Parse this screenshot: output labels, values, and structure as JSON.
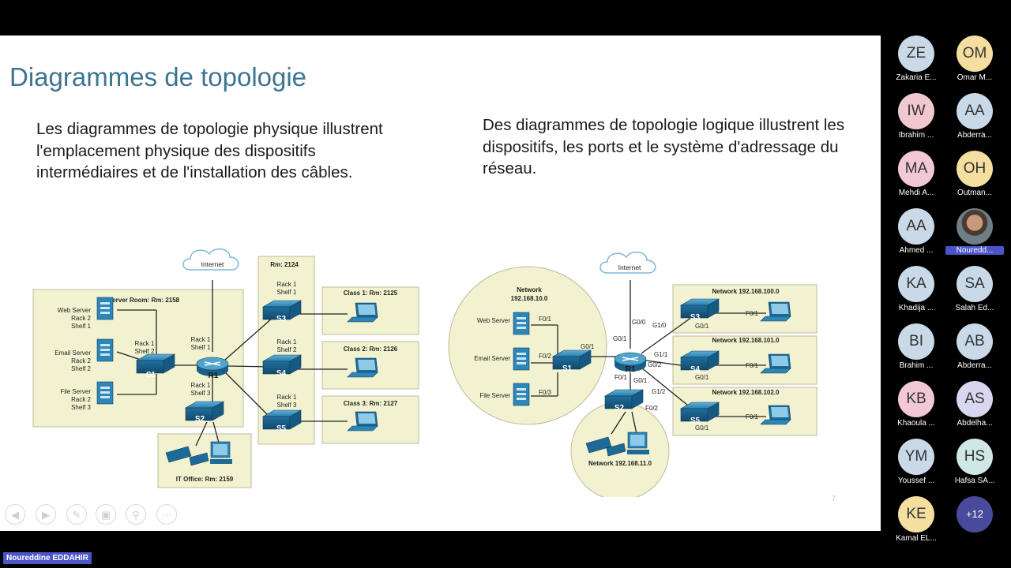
{
  "slide": {
    "title": "Diagrammes de topologie",
    "physical_text": "Les diagrammes de topologie physique illustrent l'emplacement physique des dispositifs intermédiaires et de l'installation des câbles.",
    "logical_text": "Des diagrammes de topologie logique illustrent les dispositifs, les ports et le système d'adressage du réseau.",
    "page_number": "7"
  },
  "physical": {
    "internet": "Internet",
    "server_room": "Server Room: Rm: 2158",
    "web_server": [
      "Web Server",
      "Rack 2",
      "Shelf 1"
    ],
    "email_server": [
      "Email Server",
      "Rack 2",
      "Shelf 2"
    ],
    "file_server": [
      "File Server",
      "Rack 2",
      "Shelf 3"
    ],
    "s1_loc": [
      "Rack 1",
      "Shelf 2"
    ],
    "r1_loc": [
      "Rack 1",
      "Shelf 1"
    ],
    "s2_loc": [
      "Rack 1",
      "Shelf 3"
    ],
    "s1": "S1",
    "r1": "R1",
    "s2": "S2",
    "rm2124": "Rm: 2124",
    "s3_loc": [
      "Rack 1",
      "Shelf 1"
    ],
    "s4_loc": [
      "Rack 1",
      "Shelf 2"
    ],
    "s5_loc": [
      "Rack 1",
      "Shelf 3"
    ],
    "s3": "S3",
    "s4": "S4",
    "s5": "S5",
    "class1": "Class 1: Rm: 2125",
    "class2": "Class 2: Rm: 2126",
    "class3": "Class 3: Rm: 2127",
    "it_office": "IT Office: Rm: 2159"
  },
  "logical": {
    "internet": "Internet",
    "network_10": [
      "Network",
      "192.168.10.0"
    ],
    "web_server": "Web Server",
    "email_server": "Email Server",
    "file_server": "File Server",
    "f01": "F0/1",
    "f02": "F0/2",
    "f03": "F0/3",
    "s1": "S1",
    "s1_g01": "G0/1",
    "r1": "R1",
    "r1_g00": "G0/0",
    "r1_g01": "G0/1",
    "r1_f01": "F0/1",
    "r1_g10": "G1/0",
    "r1_g11": "G1/1",
    "r1_g02": "G0/2",
    "r1_g12": "G1/2",
    "s2": "S2",
    "s2_g01": "G0/1",
    "s2_f02": "F0/2",
    "network_11": "Network 192.168.11.0",
    "network_100": "Network 192.168.100.0",
    "network_101": "Network 192.168.101.0",
    "network_102": "Network 192.168.102.0",
    "s3": "S3",
    "s4": "S4",
    "s5": "S5",
    "g01": "G0/1",
    "f01_pc": "F0/1"
  },
  "participants": [
    {
      "initials": "ZE",
      "name": "Zakaria E...",
      "color": "#c9d9e8"
    },
    {
      "initials": "OM",
      "name": "Omar M...",
      "color": "#f5dfa0"
    },
    {
      "initials": "IW",
      "name": "Ibrahim ...",
      "color": "#f0c8cd"
    },
    {
      "initials": "AA",
      "name": "Abderra...",
      "color": "#c9d9e8"
    },
    {
      "initials": "MA",
      "name": "Mehdi A...",
      "color": "#f2c7d6"
    },
    {
      "initials": "OH",
      "name": "Outman...",
      "color": "#f5dfa0"
    },
    {
      "initials": "AA",
      "name": "Ahmed ...",
      "color": "#c9d9e8"
    },
    {
      "initials": "",
      "name": "Nouredd...",
      "color": "#6b5a4a"
    },
    {
      "initials": "KA",
      "name": "Khadija ...",
      "color": "#c9d9e8"
    },
    {
      "initials": "SA",
      "name": "Salah Ed...",
      "color": "#c9d9e8"
    },
    {
      "initials": "BI",
      "name": "Brahim ...",
      "color": "#c9d9e8"
    },
    {
      "initials": "AB",
      "name": "Abderra...",
      "color": "#c9d9e8"
    },
    {
      "initials": "KB",
      "name": "Khaoula ...",
      "color": "#f2c7d6"
    },
    {
      "initials": "AS",
      "name": "Abdelha...",
      "color": "#d9d6ef"
    },
    {
      "initials": "YM",
      "name": "Youssef ...",
      "color": "#c9d9e8"
    },
    {
      "initials": "HS",
      "name": "Hafsa SA...",
      "color": "#cfe8e6"
    },
    {
      "initials": "KE",
      "name": "Kamal EL...",
      "color": "#f5dfa0"
    },
    {
      "initials": "+12",
      "name": "",
      "color": "#4a4a9c"
    }
  ],
  "presenter_name": "Noureddine EDDAHIR",
  "nav_icons": [
    "back-icon",
    "forward-icon",
    "pen-icon",
    "slides-icon",
    "zoom-icon",
    "more-icon"
  ]
}
